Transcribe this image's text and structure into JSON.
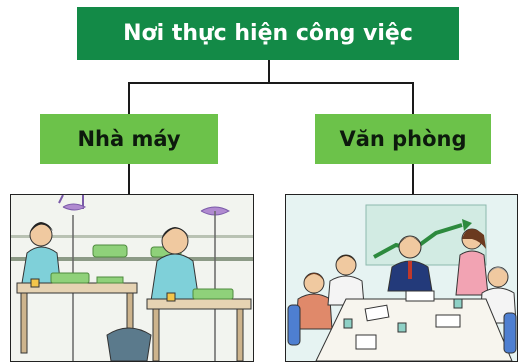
{
  "diagram": {
    "root": {
      "label": "Nơi thực hiện công việc"
    },
    "children": [
      {
        "label": "Nhà máy",
        "illustration": "factory-workers-illustration"
      },
      {
        "label": "Văn phòng",
        "illustration": "office-meeting-illustration"
      }
    ]
  },
  "colors": {
    "root_fill": "#138a47",
    "child_fill": "#6cc24a",
    "connector": "#1a1a1a"
  }
}
